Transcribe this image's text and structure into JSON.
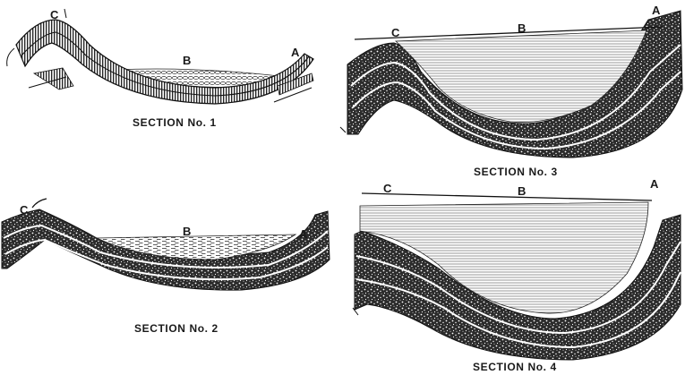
{
  "figure": {
    "panels": [
      {
        "caption": "SECTION No. 1",
        "labels": {
          "a": "A",
          "b": "B",
          "c": "C"
        }
      },
      {
        "caption": "SECTION No. 2",
        "labels": {
          "a": "A",
          "b": "B",
          "c": "C"
        }
      },
      {
        "caption": "SECTION No. 3",
        "labels": {
          "a": "A",
          "b": "B",
          "c": "C"
        }
      },
      {
        "caption": "SECTION No. 4",
        "labels": {
          "a": "A",
          "b": "B",
          "c": "C"
        }
      }
    ]
  }
}
